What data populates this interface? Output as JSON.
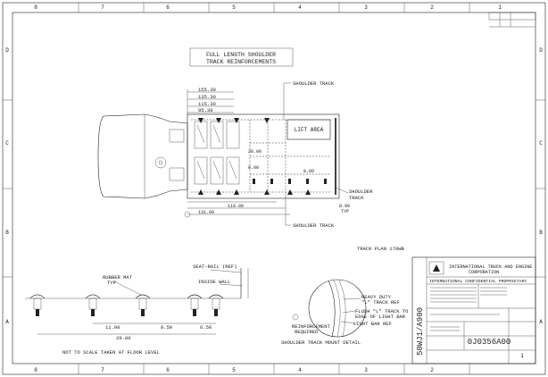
{
  "drawing": {
    "title_line1": "FULL LENGTH SHOULDER",
    "title_line2": "TRACK REINFORCEMENTS",
    "lift_area": "LIFT AREA",
    "labels": {
      "shoulder_track_top": "SHOULDER TRACK",
      "shoulder_track_right_1": "SHOULDER",
      "shoulder_track_right_2": "TRACK",
      "shoulder_track_bottom": "SHOULDER TRACK",
      "track_plan": "TRACK PLAN 170WB",
      "rubber_mat_1": "RUBBER MAT",
      "rubber_mat_2": "TYP",
      "seat_rail": "SEAT-RAIL (REF)",
      "inside_wall": "INSIDE WALL",
      "reinf_1": "REINFORCEMENT",
      "reinf_2": "REQUIRED",
      "heavy_duty_1": "HEAVY DUTY",
      "heavy_duty_2": "\"L\" TRACK REF",
      "flush_1": "FLUSH \"L\" TRACK TO",
      "flush_2": "EDGE OF LIGHT BAR",
      "light_bar": "LIGHT BAR REF",
      "mount_detail": "SHOULDER TRACK MOUNT DETAIL",
      "scale_note": "NOT TO SCALE TAKEN AT FLOOR LEVEL"
    },
    "dimensions": {
      "d1": "155.30",
      "d2": "135.30",
      "d3": "115.30",
      "d4": "95.30",
      "d5": "28.00",
      "d6": "8.00",
      "d7": "8.00",
      "d8": "8.00",
      "d9": "TYP",
      "d10": "119.00",
      "d11": "131.00",
      "d12": "11.00",
      "d13": "8.50",
      "d14": "6.50",
      "d15": "29.00"
    },
    "column_numbers": [
      "8",
      "7",
      "6",
      "5",
      "4",
      "3",
      "2",
      "1"
    ],
    "row_letters": [
      "D",
      "C",
      "B",
      "A"
    ],
    "title_block": {
      "company_1": "INTERNATIONAL TRUCK AND ENGINE",
      "company_2": "CORPORATION",
      "proprietary": "INTERNATIONAL CONFIDENTIAL PROPRIETARY",
      "vertical_number": "50WJ1/A900",
      "drawing_number": "0J0356A00",
      "sheet": "1"
    }
  }
}
